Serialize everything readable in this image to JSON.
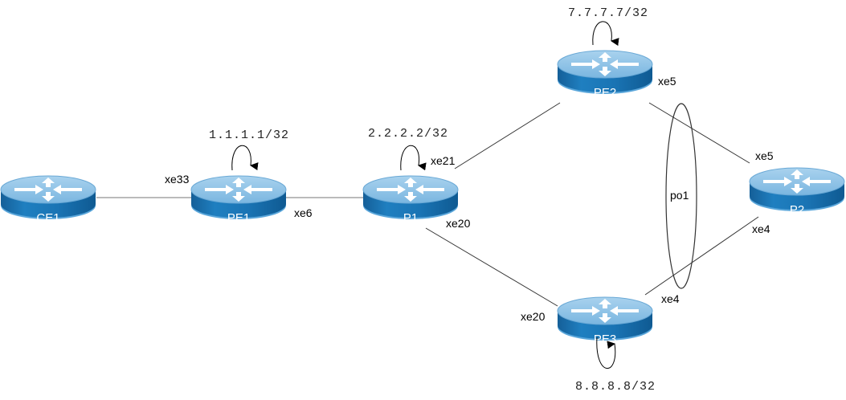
{
  "diagram": {
    "routers": [
      {
        "id": "CE1",
        "label": "CE1"
      },
      {
        "id": "PE1",
        "label": "PE1"
      },
      {
        "id": "P1",
        "label": "P1"
      },
      {
        "id": "PE2",
        "label": "PE2"
      },
      {
        "id": "PE3",
        "label": "PE3"
      },
      {
        "id": "P2",
        "label": "P2"
      }
    ],
    "loopbacks": [
      {
        "router": "PE1",
        "address": "1.1.1.1/32"
      },
      {
        "router": "P1",
        "address": "2.2.2.2/32"
      },
      {
        "router": "PE2",
        "address": "7.7.7.7/32"
      },
      {
        "router": "PE3",
        "address": "8.8.8.8/32"
      }
    ],
    "links": [
      {
        "from": "CE1",
        "to": "PE1",
        "from_if": "",
        "to_if": "xe33"
      },
      {
        "from": "PE1",
        "to": "P1",
        "from_if": "xe6",
        "to_if": ""
      },
      {
        "from": "P1",
        "to": "PE2",
        "from_if": "xe21",
        "to_if": ""
      },
      {
        "from": "P1",
        "to": "PE3",
        "from_if": "xe20",
        "to_if": "xe20"
      },
      {
        "from": "PE2",
        "to": "P2",
        "from_if": "xe5",
        "to_if": "xe5"
      },
      {
        "from": "PE3",
        "to": "P2",
        "from_if": "xe4",
        "to_if": "xe4"
      }
    ],
    "interfaces": {
      "pe1_xe33": "xe33",
      "pe1_xe6": "xe6",
      "p1_xe21": "xe21",
      "p1_xe20": "xe20",
      "pe2_xe5": "xe5",
      "p2_xe5": "xe5",
      "p2_xe4": "xe4",
      "pe3_xe4": "xe4",
      "pe3_xe20": "xe20"
    },
    "lag": {
      "label": "po1"
    },
    "colors": {
      "router_top": "#8fc3e6",
      "router_side": "#1a78b8",
      "router_side_dark": "#0f5e96",
      "link": "#222222"
    }
  }
}
